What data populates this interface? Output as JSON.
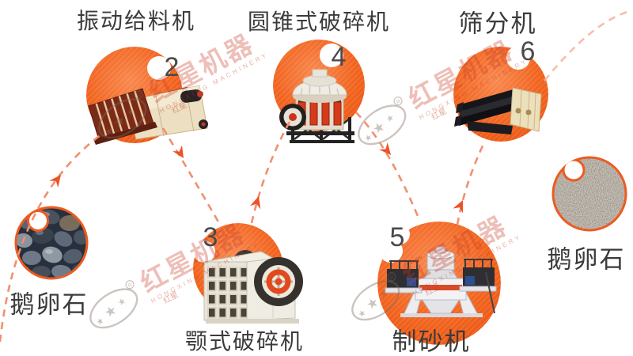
{
  "diagram_title_note": "sand production line flow",
  "stations": [
    {
      "id": "input",
      "kind": "material",
      "label": "鹅卵石"
    },
    {
      "id": "feeder",
      "kind": "machine",
      "number": "2",
      "label": "振动给料机",
      "machine": "vibrating-feeder"
    },
    {
      "id": "jaw",
      "kind": "machine",
      "number": "3",
      "label": "颚式破碎机",
      "machine": "jaw-crusher"
    },
    {
      "id": "cone",
      "kind": "machine",
      "number": "4",
      "label": "圆锥式破碎机",
      "machine": "cone-crusher"
    },
    {
      "id": "sand_maker",
      "kind": "machine",
      "number": "5",
      "label": "制砂机",
      "machine": "sand-maker"
    },
    {
      "id": "screen",
      "kind": "machine",
      "number": "6",
      "label": "筛分机",
      "machine": "vibrating-screen"
    },
    {
      "id": "output",
      "kind": "material",
      "label": "鹅卵石"
    }
  ],
  "flow_order": [
    "input",
    "feeder",
    "jaw",
    "cone",
    "sand_maker",
    "screen",
    "output"
  ],
  "watermark": {
    "brand": "红星机器",
    "brand_en": "HONGXING MACHINERY",
    "reg": "R",
    "seal": "红星",
    "star_icon": "★"
  },
  "colors": {
    "background": "#ffffff",
    "circle_orange": "#f2641f",
    "circle_border_orange": "#ec5b21",
    "arrow_dash": "#f0906e",
    "arrow_head": "#ee5226",
    "label_text": "#3b3b3b",
    "number_text": "#4a4a4a",
    "watermark_red": "rgba(199,62,38,0.33)"
  }
}
